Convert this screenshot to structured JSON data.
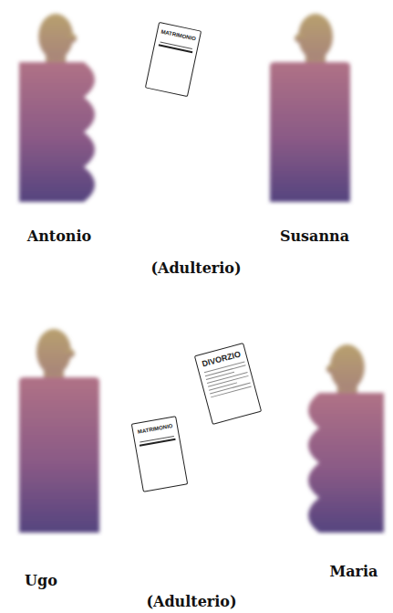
{
  "diagram": {
    "nodes": [
      {
        "text": [
          "Antonio"
        ]
      },
      {
        "text": [
          "MATRIMONIO"
        ]
      },
      {
        "text": [
          "Susanna"
        ]
      },
      {
        "text": [
          "Ugo"
        ]
      },
      {
        "text": [
          "DIVORZIO"
        ]
      },
      {
        "text": [
          "MATRIMONIO"
        ]
      },
      {
        "text": [
          "Maria"
        ]
      }
    ],
    "labels": [
      "(Adulterio)",
      "(Adulterio)"
    ]
  }
}
